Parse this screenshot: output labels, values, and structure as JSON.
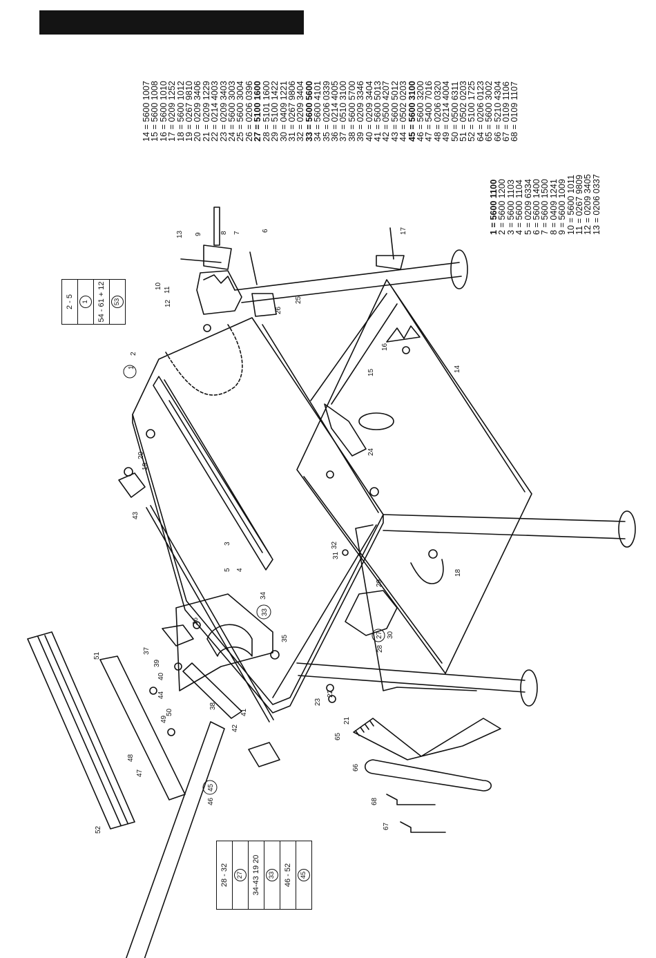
{
  "header": {
    "bar_color": "#141414"
  },
  "parts_list_top": [
    {
      "text": "14 = 5600 1007",
      "bold": false
    },
    {
      "text": "15 = 5600 1008",
      "bold": false
    },
    {
      "text": "16 = 5600 1010",
      "bold": false
    },
    {
      "text": "17 = 0209 1252",
      "bold": false
    },
    {
      "text": "18 = 5600 1012",
      "bold": false
    },
    {
      "text": "19 = 0267 9810",
      "bold": false
    },
    {
      "text": "20 = 0209 3406",
      "bold": false
    },
    {
      "text": "21 = 0209 1229",
      "bold": false
    },
    {
      "text": "22 = 0214 4003",
      "bold": false
    },
    {
      "text": "23 = 0209 3403",
      "bold": false
    },
    {
      "text": "24 = 5600 3003",
      "bold": false
    },
    {
      "text": "25 = 5600 3004",
      "bold": false
    },
    {
      "text": "26 = 0206 0396",
      "bold": false
    },
    {
      "text": "27 = 5100 1600",
      "bold": true
    },
    {
      "text": "28 = 5101 1600",
      "bold": false
    },
    {
      "text": "29 = 5100 1422",
      "bold": false
    },
    {
      "text": "30 = 0409 1221",
      "bold": false
    },
    {
      "text": "31 = 0267 9806",
      "bold": false
    },
    {
      "text": "32 = 0209 3404",
      "bold": false
    },
    {
      "text": "33 = 5600 5600",
      "bold": true
    },
    {
      "text": "34 = 5600 4101",
      "bold": false
    },
    {
      "text": "35 = 0206 0339",
      "bold": false
    },
    {
      "text": "36 = 0214 4005",
      "bold": false
    },
    {
      "text": "37 = 0510 3100",
      "bold": false
    },
    {
      "text": "38 = 5600 5700",
      "bold": false
    },
    {
      "text": "39 = 0209 3346",
      "bold": false
    },
    {
      "text": "40 = 0209 3404",
      "bold": false
    },
    {
      "text": "41 = 5600 5013",
      "bold": false
    },
    {
      "text": "42 = 0500 4207",
      "bold": false
    },
    {
      "text": "43 = 5600 5012",
      "bold": false
    },
    {
      "text": "44 = 0502 0203",
      "bold": false
    },
    {
      "text": "45 = 5600 3100",
      "bold": true
    },
    {
      "text": "46 = 5600 3200",
      "bold": false
    },
    {
      "text": "47 = 5400 7016",
      "bold": false
    },
    {
      "text": "48 = 0206 0320",
      "bold": false
    },
    {
      "text": "49 = 0214 4004",
      "bold": false
    },
    {
      "text": "50 = 0500 6311",
      "bold": false
    },
    {
      "text": "51 = 0502 0203",
      "bold": false
    },
    {
      "text": "52 = 5100 1725",
      "bold": false
    },
    {
      "text": "64 = 0206 0123",
      "bold": false
    },
    {
      "text": "65 = 5600 3002",
      "bold": false
    },
    {
      "text": "66 = 5210 4304",
      "bold": false
    },
    {
      "text": "67 = 0109 1106",
      "bold": false
    },
    {
      "text": "68 = 0109 1107",
      "bold": false
    }
  ],
  "parts_list_bottom": [
    {
      "text": "1 = 5600 1100",
      "bold": true
    },
    {
      "text": "2 = 5600 1200",
      "bold": false
    },
    {
      "text": "3 = 5600 1103",
      "bold": false
    },
    {
      "text": "4 = 5600 1104",
      "bold": false
    },
    {
      "text": "5 = 0209 6334",
      "bold": false
    },
    {
      "text": "6 = 5600 1400",
      "bold": false
    },
    {
      "text": "7 = 5600 1500",
      "bold": false
    },
    {
      "text": "8 = 0409 1241",
      "bold": false
    },
    {
      "text": "9 = 5600 1009",
      "bold": false
    },
    {
      "text": "10 = 5600 1011",
      "bold": false
    },
    {
      "text": "11 = 0267 9809",
      "bold": false
    },
    {
      "text": "12 = 0209 3405",
      "bold": false
    },
    {
      "text": "13 = 0206 0337",
      "bold": false
    }
  ],
  "box_top_right": {
    "range": "2 - 5",
    "assembly": "1",
    "range2": "54 - 61 + 12",
    "assembly2": "53"
  },
  "box_bottom_left": {
    "range1": "28 - 32",
    "assembly1": "27",
    "range2": "34-43 19 20",
    "assembly2": "33",
    "range3": "46 - 52",
    "assembly3": "45"
  },
  "labels": {
    "l1": "1",
    "l2": "2",
    "l3": "3",
    "l4": "4",
    "l5": "5",
    "l6": "6",
    "l7": "7",
    "l8": "8",
    "l9": "9",
    "l10": "10",
    "l11": "11",
    "l12": "12",
    "l13": "13",
    "l14": "14",
    "l15": "15",
    "l16": "16",
    "l17": "17",
    "l18": "18",
    "l19": "19",
    "l20": "20",
    "l21": "21",
    "l22": "22",
    "l23": "23",
    "l24": "24",
    "l25": "25",
    "l26": "26",
    "l27": "27",
    "l28": "28",
    "l29": "29",
    "l30": "30",
    "l31": "31",
    "l32": "32",
    "l33": "33",
    "l34": "34",
    "l35": "35",
    "l36": "36",
    "l37": "37",
    "l38": "38",
    "l39": "39",
    "l40": "40",
    "l41": "41",
    "l42": "42",
    "l43": "43",
    "l44": "44",
    "l45": "45",
    "l46": "46",
    "l47": "47",
    "l48": "48",
    "l49": "49",
    "l50": "50",
    "l51": "51",
    "l52": "52",
    "l65": "65",
    "l66": "66",
    "l67": "67",
    "l68": "68"
  }
}
